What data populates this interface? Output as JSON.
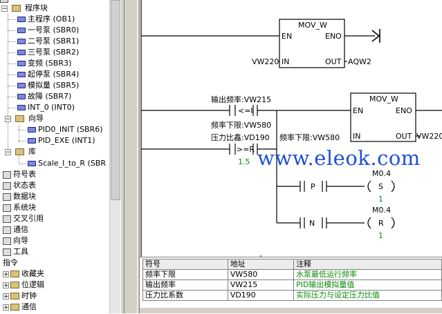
{
  "tree": {
    "program_block": {
      "label": "程序块"
    },
    "program_items": [
      {
        "label": "主程序 (OB1)"
      },
      {
        "label": "一号泵 (SBR0)"
      },
      {
        "label": "二号泵 (SBR1)"
      },
      {
        "label": "三号泵 (SBR2)"
      },
      {
        "label": "变频 (SBR3)"
      },
      {
        "label": "起停泵 (SBR4)"
      },
      {
        "label": "模拟量 (SBR5)"
      },
      {
        "label": "故障 (SBR7)"
      },
      {
        "label": "INT_0 (INT0)"
      }
    ],
    "wizard": {
      "label": "向导",
      "items": [
        {
          "label": "PID0_INIT (SBR6)"
        },
        {
          "label": "PID_EXE (INT1)"
        }
      ]
    },
    "library": {
      "label": "库",
      "items": [
        {
          "label": "Scale_I_to_R (SBR"
        }
      ]
    },
    "root_items": [
      {
        "label": "符号表"
      },
      {
        "label": "状态表"
      },
      {
        "label": "数据块"
      },
      {
        "label": "系统块"
      },
      {
        "label": "交叉引用"
      },
      {
        "label": "通信"
      },
      {
        "label": "向导"
      },
      {
        "label": "工具"
      }
    ],
    "instructions": {
      "label": "指令"
    },
    "instruction_items": [
      {
        "label": "收藏夹"
      },
      {
        "label": "位逻辑"
      },
      {
        "label": "时钟"
      },
      {
        "label": "通信"
      }
    ]
  },
  "ladder": {
    "mov1": {
      "title": "MOV_W",
      "en": "EN",
      "eno": "ENO",
      "in_pin": "IN",
      "out_pin": "OUT",
      "in_operand": "VW220",
      "out_operand": "AQW2"
    },
    "compare1": {
      "label_text": "输出频率:VW215",
      "op": "<=I",
      "below_text": "频率下限:VW580"
    },
    "compare2": {
      "label_text": "压力比鑫:VD190",
      "op": ">=R",
      "below_text": "1.5"
    },
    "mov2": {
      "title": "MOV_W",
      "en": "EN",
      "eno": "ENO",
      "in_pin": "IN",
      "out_pin": "OUT",
      "in_operand": "频率下限:VW580",
      "out_operand": "VW220"
    },
    "contact_p": {
      "label": "P"
    },
    "contact_n": {
      "label": "N"
    },
    "coil_s": {
      "address": "M0.4",
      "op": "S",
      "count": "1"
    },
    "coil_r": {
      "address": "M0.4",
      "op": "R",
      "count": "1"
    }
  },
  "watermark": "www.eleok.com",
  "symbol_table": {
    "headers": {
      "symbol": "符号",
      "address": "地址",
      "comment": "注释"
    },
    "rows": [
      {
        "symbol": "频率下限",
        "address": "VW580",
        "comment": "水泵最低运行频率"
      },
      {
        "symbol": "输出频率",
        "address": "VW215",
        "comment": "PID输出模拟量值"
      },
      {
        "symbol": "压力比系数",
        "address": "VD190",
        "comment": "实际压力与设定压力比值"
      }
    ]
  },
  "colors": {
    "comment_text": "#0a8a0a",
    "watermark": "#1e4fd8"
  }
}
